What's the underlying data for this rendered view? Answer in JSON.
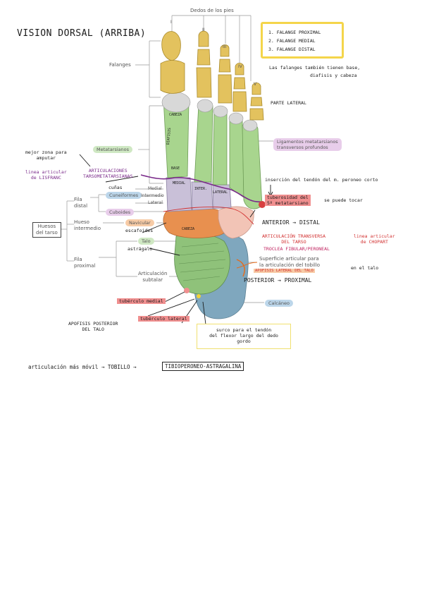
{
  "title": "VISION DORSAL (ARRIBA)",
  "legend_box": {
    "line1": "1. FALANGE PROXIMAL",
    "line2": "2. FALANGE MEDIAL",
    "line3": "3. FALANGE DISTAL"
  },
  "legend_note_line1": "Las falanges también tienen base,",
  "legend_note_line2": "diafisis y cabeza",
  "toe_numbers": [
    "I",
    "II",
    "III",
    "IV",
    "V"
  ],
  "printed": {
    "dedos": "Dedos de los pies",
    "falanges": "Falanges",
    "metatarsianos": "Metatarsianos",
    "ligamentos_1": "Ligamentos metatarsianos",
    "ligamentos_2": "transversos profundos",
    "cuneiformes": "Cuneiformes",
    "medial": "Medial",
    "intermedio": "Intermedio",
    "lateral": "Lateral",
    "fila_distal_1": "Fila",
    "fila_distal_2": "distal",
    "cuboides": "Cuboides",
    "huesos_1": "Huesos",
    "huesos_2": "del tarso",
    "hueso_int_1": "Hueso",
    "hueso_int_2": "intermedio",
    "navicular": "Navicular",
    "talo": "Talo",
    "fila_prox_1": "Fila",
    "fila_prox_2": "proximal",
    "art_sub_1": "Articulación",
    "art_sub_2": "subtalar",
    "superficie_1": "Superficie articular para",
    "superficie_2": "la articulación del tobillo",
    "calcaneo": "Calcáneo"
  },
  "bone_labels": {
    "cabeza": "CABEZA",
    "diafisis": "DIAFISIS",
    "base": "BASE",
    "medial": "MEDIAL",
    "inter": "INTER.",
    "lateral": "LATERAL",
    "cabeza_talo": "CABEZA"
  },
  "handwritten": {
    "parte_lateral": "PARTE LATERAL",
    "mejor_zona_1": "mejor zona para",
    "mejor_zona_2": "amputar",
    "linea_lisfranc_1": "linea articular",
    "linea_lisfranc_2": "de LISFRANC",
    "art_tarso_1": "ARTICULACIONES",
    "art_tarso_2": "TARSOMETATARSIANAS",
    "cunas": "cuñas",
    "escafoides": "escafoides",
    "astragalo": "astrágalo",
    "insercion": "inserción del tendón del m. peroneo corto",
    "tuberosidad_1": "tuberosidad del",
    "tuberosidad_2": "5º metatarsiano",
    "se_puede_tocar": "se puede tocar",
    "anterior_distal": "ANTERIOR → DISTAL",
    "art_transversa_1": "ARTICULACIÓN TRANSVERSA",
    "art_transversa_2": "DEL TARSO",
    "linea_chopart_1": "linea articular",
    "linea_chopart_2": "de CHOPART",
    "troclea": "TROCLEA FIBULAR/PERONEAL",
    "apofisis_lateral": "APOFISIS LATERAL DEL TALO",
    "en_el_talo": "en el talo",
    "posterior_proximal": "POSTERIOR → PROXIMAL",
    "tuberculo_medial": "tubérculo medial",
    "tuberculo_lateral": "tubérculo lateral",
    "apofisis_post_1": "APOFISIS POSTERIOR",
    "apofisis_post_2": "DEL TALO",
    "surco_1": "surco para el tendón",
    "surco_2": "del flexor largo del dedo",
    "surco_3": "gordo",
    "bottom_prefix": "articulación más móvil → TOBILLO →",
    "bottom_box": "TIBIOPERONEO-ASTRAGALINA"
  },
  "colors": {
    "phalanx": "#e3c25e",
    "metatarsal": "#a8d58e",
    "cuneiform": "#c9c0d8",
    "cuboid": "#f2c4b6",
    "navicular": "#e8904f",
    "talus": "#8fc27a",
    "calcaneus": "#7fa7be",
    "legend_border": "#f4d54a",
    "highlight_green": "#cfe8c3",
    "highlight_blue": "#bcd6ea",
    "highlight_purple": "#e8cdea",
    "highlight_orange": "#f7cba6",
    "highlight_pink": "#f0b9b9",
    "highlight_red": "#f08f8f",
    "ink_purple": "#7a2a8a",
    "ink_red": "#d23030"
  }
}
